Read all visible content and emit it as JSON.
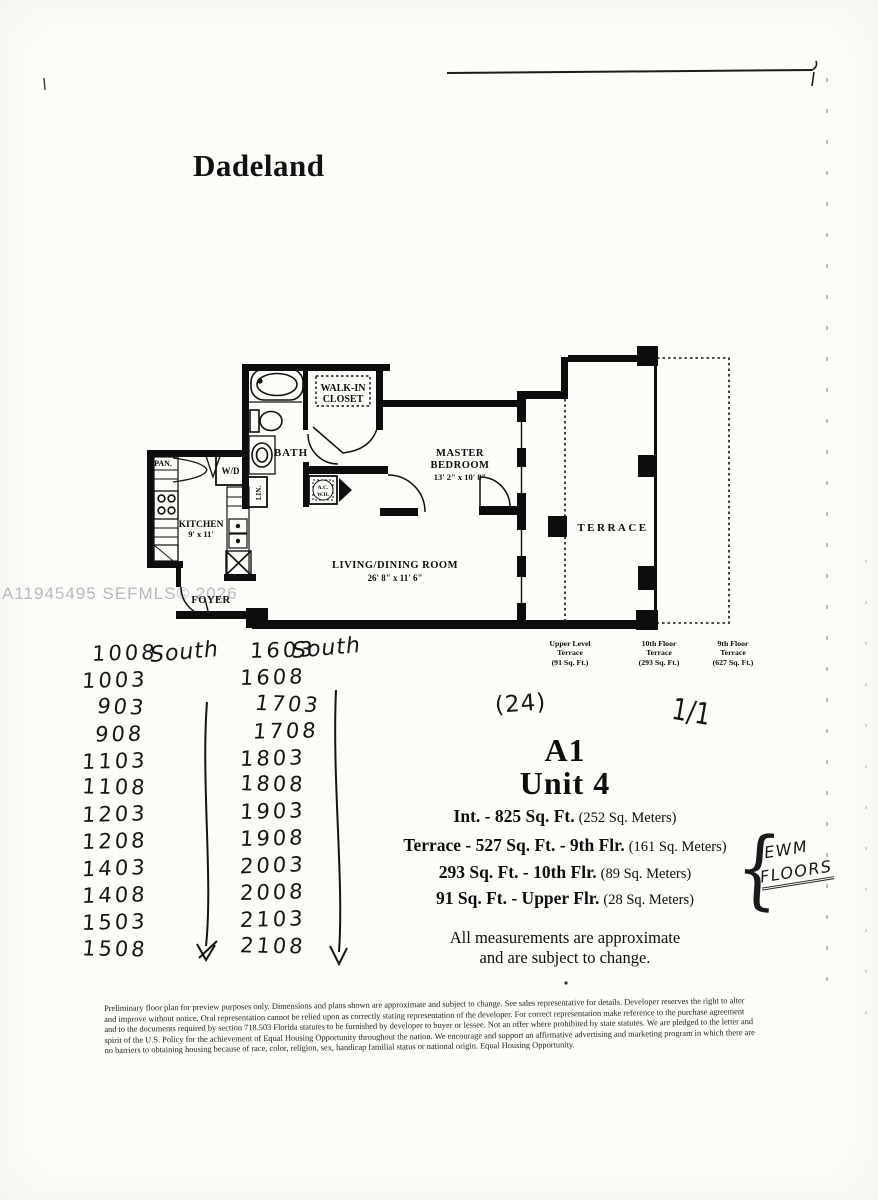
{
  "page": {
    "title": "Dadeland",
    "watermark": "A11945495  SEFMLS© 2026"
  },
  "plan": {
    "rooms": {
      "pan": "PAN.",
      "wd": "W/D",
      "lin": "LIN.",
      "bath": "BATH",
      "walkin_line1": "WALK-IN",
      "walkin_line2": "CLOSET",
      "ac_line1": "A.C.",
      "ac_line2": "W.H.",
      "master_line1": "MASTER",
      "master_line2": "BEDROOM",
      "master_dims": "13' 2\" x 10' 8\"",
      "kitchen": "KITCHEN",
      "kitchen_dims": "9' x 11'",
      "living": "LIVING/DINING ROOM",
      "living_dims": "26' 8\" x 11' 6\"",
      "foyer": "FOYER",
      "terrace": "TERRACE"
    },
    "terrace_captions": [
      {
        "l1": "Upper Level",
        "l2": "Terrace",
        "l3": "(91 Sq. Ft.)"
      },
      {
        "l1": "10th Floor",
        "l2": "Terrace",
        "l3": "(293 Sq. Ft.)"
      },
      {
        "l1": "9th Floor",
        "l2": "Terrace",
        "l3": "(627 Sq. Ft.)"
      }
    ]
  },
  "annotations": {
    "south_left": "South",
    "south_right": "South",
    "left_column": [
      "1008",
      "1003",
      "903",
      "908",
      "1103",
      "1108",
      "1203",
      "1208",
      "1403",
      "1408",
      "1503",
      "1508"
    ],
    "right_column": [
      "1603",
      "1608",
      "1703",
      "1708",
      "1803",
      "1808",
      "1903",
      "1908",
      "2003",
      "2008",
      "2103",
      "2108"
    ],
    "count_note": "(24)",
    "page_note": "1/1",
    "ewm_line1": "EWM",
    "ewm_line2": "FLOORS"
  },
  "unit_info": {
    "model": "A1",
    "unit": "Unit 4",
    "lines": [
      {
        "bold": "Int. - 825 Sq. Ft.",
        "normal": "(252 Sq. Meters)"
      },
      {
        "bold": "Terrace - 527 Sq. Ft. - 9th Flr.",
        "normal": "(161 Sq. Meters)"
      },
      {
        "bold": "293 Sq. Ft. - 10th Flr.",
        "normal": "(89 Sq. Meters)"
      },
      {
        "bold": "91 Sq. Ft. - Upper Flr.",
        "normal": "(28 Sq. Meters)"
      }
    ],
    "note_line1": "All measurements are approximate",
    "note_line2": "and are subject to change."
  },
  "legal": {
    "lines": [
      "Preliminary floor plan for preview purposes only. Dimensions and plans shown are approximate and subject to change. See sales representative for details. Developer reserves the right to alter",
      "and improve without notice. Oral representation cannot be relied upon as correctly stating representation of the developer. For correct representation make reference to the purchase agreement",
      "and to the documents required by section 718.503 Florida statutes to be furnished by developer to buyer or lessee. Not an offer where prohibited by state statutes. We are pledged to the letter and",
      "spirit of the U.S. Policy for the achievement of Equal Housing Opportunity throughout the nation. We encourage and support an affirmative advertising and marketing program in which there are",
      "no barriers to obtaining housing because of race, color, religion, sex, handicap familial status or national origin. Equal Housing Opportunity."
    ]
  }
}
